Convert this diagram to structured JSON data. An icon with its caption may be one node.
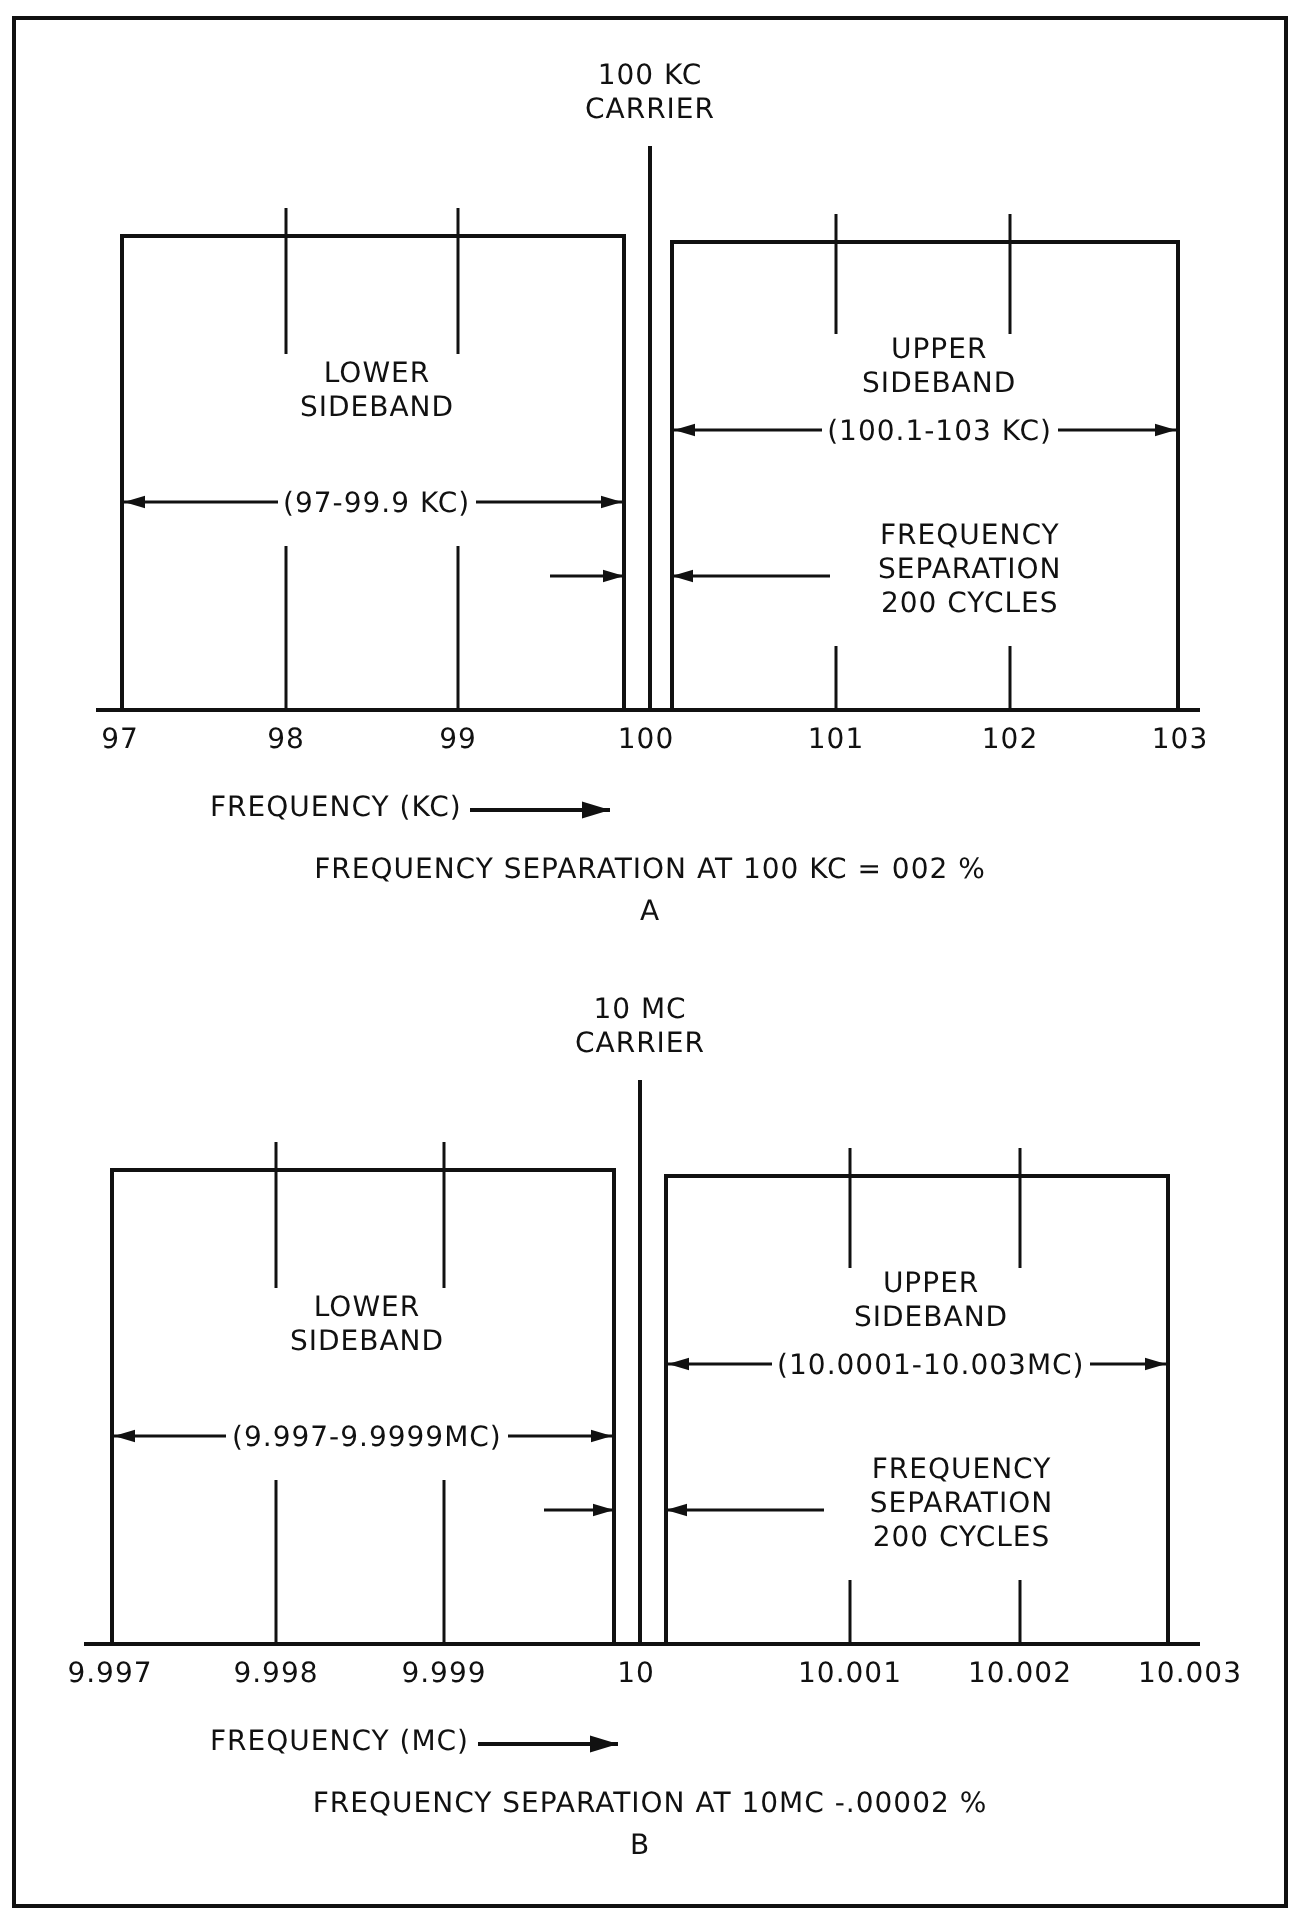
{
  "diagram": {
    "nodes": [
      {
        "text": [
          "LOWER SIDEBAND",
          "(97-99.9 KC)"
        ]
      },
      {
        "text": [
          "UPPER SIDEBAND",
          "(100.1-103 KC)",
          "FREQUENCY SEPARATION 200 CYCLES"
        ]
      },
      {
        "text": [
          "LOWER SIDEBAND",
          "(9.997-9.9999MC)"
        ]
      },
      {
        "text": [
          "UPPER SIDEBAND",
          "(10.0001-10.003MC)",
          "FREQUENCY SEPARATION 200 CYCLES"
        ]
      }
    ],
    "labels": [
      "100 KC CARRIER",
      "97",
      "98",
      "99",
      "100",
      "101",
      "102",
      "103",
      "FREQUENCY (KC)",
      "FREQUENCY SEPARATION AT 100 KC = 002 %",
      "A",
      "10 MC CARRIER",
      "9.997",
      "9.998",
      "9.999",
      "10",
      "10.001",
      "10.002",
      "10.003",
      "FREQUENCY (MC)",
      "FREQUENCY SEPARATION AT 10MC -.00002 %",
      "B"
    ]
  }
}
